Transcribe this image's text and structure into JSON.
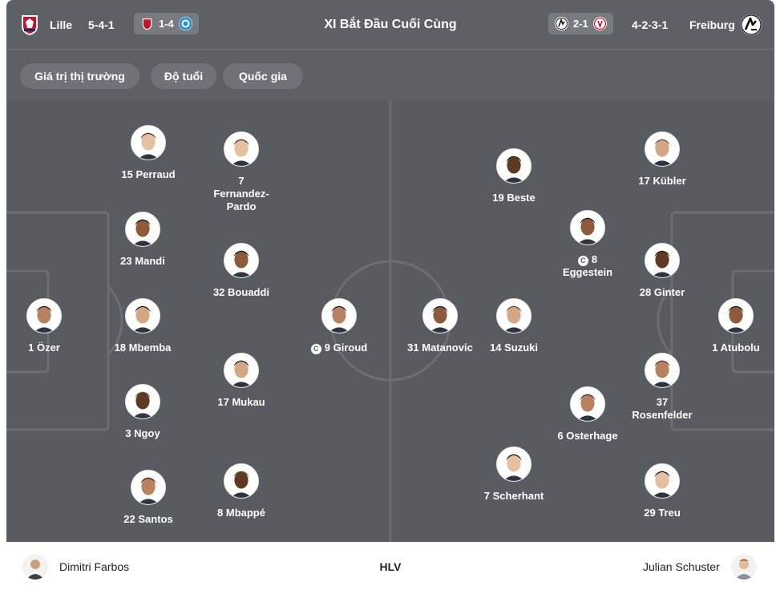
{
  "header": {
    "title": "XI Bắt Đầu Cuối Cùng",
    "home": {
      "name": "Lille",
      "formation": "5-4-1",
      "last_score": "1-4",
      "logo": "lille-logo"
    },
    "away": {
      "name": "Freiburg",
      "formation": "4-2-3-1",
      "last_score": "2-1",
      "logo": "freiburg-logo"
    }
  },
  "filters": [
    "Giá trị thị trường",
    "Độ tuổi",
    "Quốc gia"
  ],
  "home_players": [
    {
      "number": "1",
      "name": "Özer"
    },
    {
      "number": "15",
      "name": "Perraud"
    },
    {
      "number": "23",
      "name": "Mandi"
    },
    {
      "number": "18",
      "name": "Mbemba"
    },
    {
      "number": "3",
      "name": "Ngoy"
    },
    {
      "number": "22",
      "name": "Santos"
    },
    {
      "number": "7",
      "name": "Fernandez-Pardo"
    },
    {
      "number": "32",
      "name": "Bouaddi"
    },
    {
      "number": "17",
      "name": "Mukau"
    },
    {
      "number": "8",
      "name": "Mbappé"
    },
    {
      "number": "9",
      "name": "Giroud",
      "captain": true
    }
  ],
  "away_players": [
    {
      "number": "31",
      "name": "Matanovic"
    },
    {
      "number": "14",
      "name": "Suzuki"
    },
    {
      "number": "19",
      "name": "Beste"
    },
    {
      "number": "6",
      "name": "Osterhage"
    },
    {
      "number": "7",
      "name": "Scherhant"
    },
    {
      "number": "8",
      "name": "Eggestein",
      "captain": true
    },
    {
      "number": "17",
      "name": "Kübler"
    },
    {
      "number": "28",
      "name": "Ginter"
    },
    {
      "number": "37",
      "name": "Rosenfelder"
    },
    {
      "number": "29",
      "name": "Treu"
    },
    {
      "number": "1",
      "name": "Atubolu"
    }
  ],
  "coaches": {
    "label": "HLV",
    "home": "Dimitri Farbos",
    "away": "Julian Schuster"
  },
  "colors": {
    "header_bg": "#5d6166",
    "pitch_bg": "#585c61",
    "chip_bg": "#6f7378",
    "lille_red": "#c8102e",
    "lille_navy": "#1d2a55"
  }
}
